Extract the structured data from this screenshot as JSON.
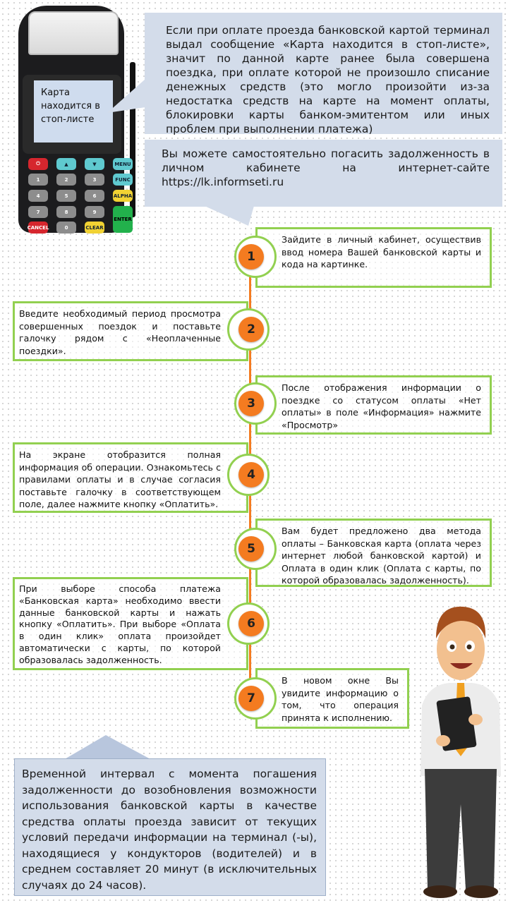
{
  "terminal": {
    "screen_text": "Карта находится в стоп-листе",
    "keys": [
      "⏻",
      "▲",
      "▼",
      "MENU",
      "1",
      "2",
      "3",
      "FUNC",
      "4",
      "5",
      "6",
      "ALPHA",
      "7",
      "8",
      "9",
      "ENTER",
      "CANCEL",
      "0",
      "CLEAR"
    ]
  },
  "callout_top": "Если при оплате проезда банковской картой терминал выдал сообщение «Карта находится в стоп-листе», значит по данной карте ранее была совершена поездка, при оплате которой не произошло списание денежных средств (это могло произойти из-за недостатка средств на карте на момент оплаты, блокировки карты банком-эмитентом или иных проблем при выполнении платежа)",
  "callout_site": "Вы можете самостоятельно погасить задолженность в личном кабинете на интернет-сайте https://lk.informseti.ru",
  "steps": [
    {
      "num": "1",
      "text": "Зайдите в личный кабинет, осуществив ввод номера Вашей банковской карты и кода на картинке."
    },
    {
      "num": "2",
      "text": "Введите необходимый период просмотра совершенных поездок и поставьте галочку рядом с «Неоплаченные поездки»."
    },
    {
      "num": "3",
      "text": "После отображения информации о поездке со статусом оплаты «Нет оплаты» в поле «Информация» нажмите «Просмотр»"
    },
    {
      "num": "4",
      "text": "На экране отобразится полная информация об операции. Ознакомьтесь с правилами оплаты и в случае согласия поставьте галочку в соответствующем поле, далее нажмите кнопку «Оплатить»."
    },
    {
      "num": "5",
      "text": "Вам будет предложено два метода оплаты – Банковская карта (оплата через интернет любой банковской картой) и Оплата в один клик (Оплата с карты, по которой образовалась задолженность)."
    },
    {
      "num": "6",
      "text": "При выборе способа платежа «Банковская карта» необходимо ввести данные банковской карты и нажать кнопку «Оплатить». При выборе «Оплата в один клик» оплата произойдет автоматически с карты, по которой образовалась задолженность."
    },
    {
      "num": "7",
      "text": "В новом окне Вы увидите информацию о том, что операция принята к исполнению."
    }
  ],
  "callout_bottom": "Временной интервал с момента погашения задолженности до возобновления возможности использования банковской карты в качестве средства оплаты проезда зависит от текущих условий передачи информации на терминал (-ы), находящиеся у кондукторов (водителей) и в среднем составляет 20 минут (в исключительных случаях до 24 часов).",
  "colors": {
    "accent": "#F47B20",
    "border": "#92D050",
    "callout": "#D3DCEA"
  }
}
